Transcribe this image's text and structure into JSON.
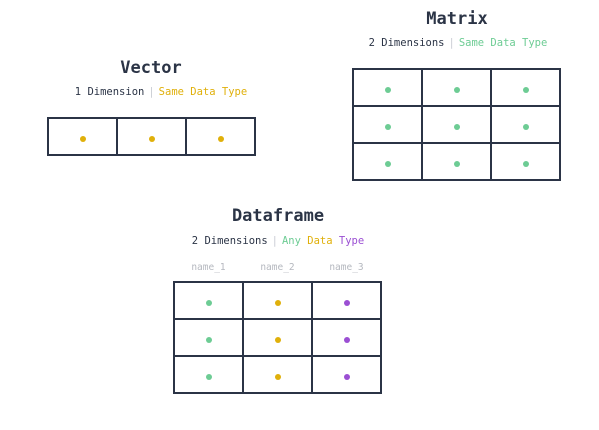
{
  "colors": {
    "green": "#6dcc94",
    "yellow": "#e0b00a",
    "purple": "#9b4fd3",
    "ink": "#2b3446"
  },
  "vector": {
    "title": "Vector",
    "dimensions": "1 Dimension",
    "separator": "|",
    "type_label": "Same Data Type",
    "cells": [
      [
        "yellow",
        "yellow",
        "yellow"
      ]
    ]
  },
  "matrix": {
    "title": "Matrix",
    "dimensions": "2 Dimensions",
    "separator": "|",
    "type_label": "Same Data Type",
    "cells": [
      [
        "green",
        "green",
        "green"
      ],
      [
        "green",
        "green",
        "green"
      ],
      [
        "green",
        "green",
        "green"
      ]
    ]
  },
  "dataframe": {
    "title": "Dataframe",
    "dimensions": "2 Dimensions",
    "separator": "|",
    "type_words": {
      "any": "Any",
      "data": "Data",
      "type": "Type"
    },
    "columns": [
      "name_1",
      "name_2",
      "name_3"
    ],
    "cells": [
      [
        "green",
        "yellow",
        "purple"
      ],
      [
        "green",
        "yellow",
        "purple"
      ],
      [
        "green",
        "yellow",
        "purple"
      ]
    ]
  }
}
